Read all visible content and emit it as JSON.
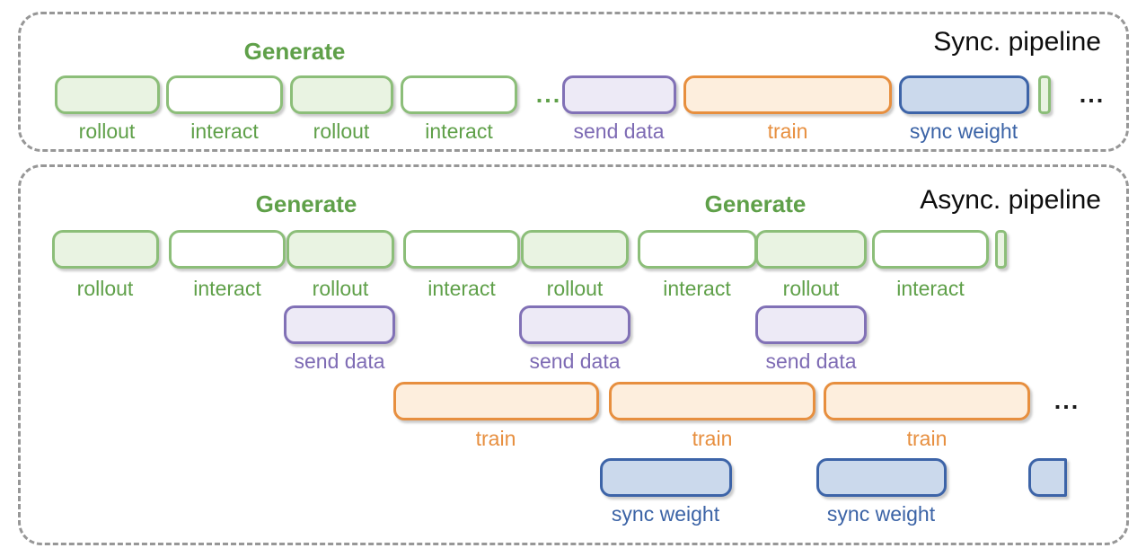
{
  "sync_panel": {
    "title": "Sync. pipeline",
    "generate": "Generate",
    "labels": [
      "rollout",
      "interact",
      "rollout",
      "interact",
      "send data",
      "train",
      "sync weight"
    ],
    "dots_mid": "...",
    "dots_end": "..."
  },
  "async_panel": {
    "title": "Async. pipeline",
    "generate_1": "Generate",
    "generate_2": "Generate",
    "gen_labels": [
      "rollout",
      "interact",
      "rollout",
      "interact",
      "rollout",
      "interact",
      "rollout",
      "interact"
    ],
    "send_labels": [
      "send data",
      "send data",
      "send data"
    ],
    "train_labels": [
      "train",
      "train",
      "train"
    ],
    "sync_labels": [
      "sync weight",
      "sync weight"
    ],
    "dots": "..."
  },
  "colors": {
    "green_text": "#5fa049",
    "green_border": "#8cbe79",
    "green_fill": "#e9f3e2",
    "purple_text": "#7e6bb4",
    "purple_border": "#8171b6",
    "purple_fill": "#edeaf6",
    "orange_text": "#e78f3f",
    "orange_fill": "#fdeedd",
    "blue_text": "#3b63a6",
    "blue_border": "#3d64a8",
    "blue_fill": "#cbd9ec",
    "dashed_border": "#979797",
    "title_text": "#0d0d0d"
  }
}
